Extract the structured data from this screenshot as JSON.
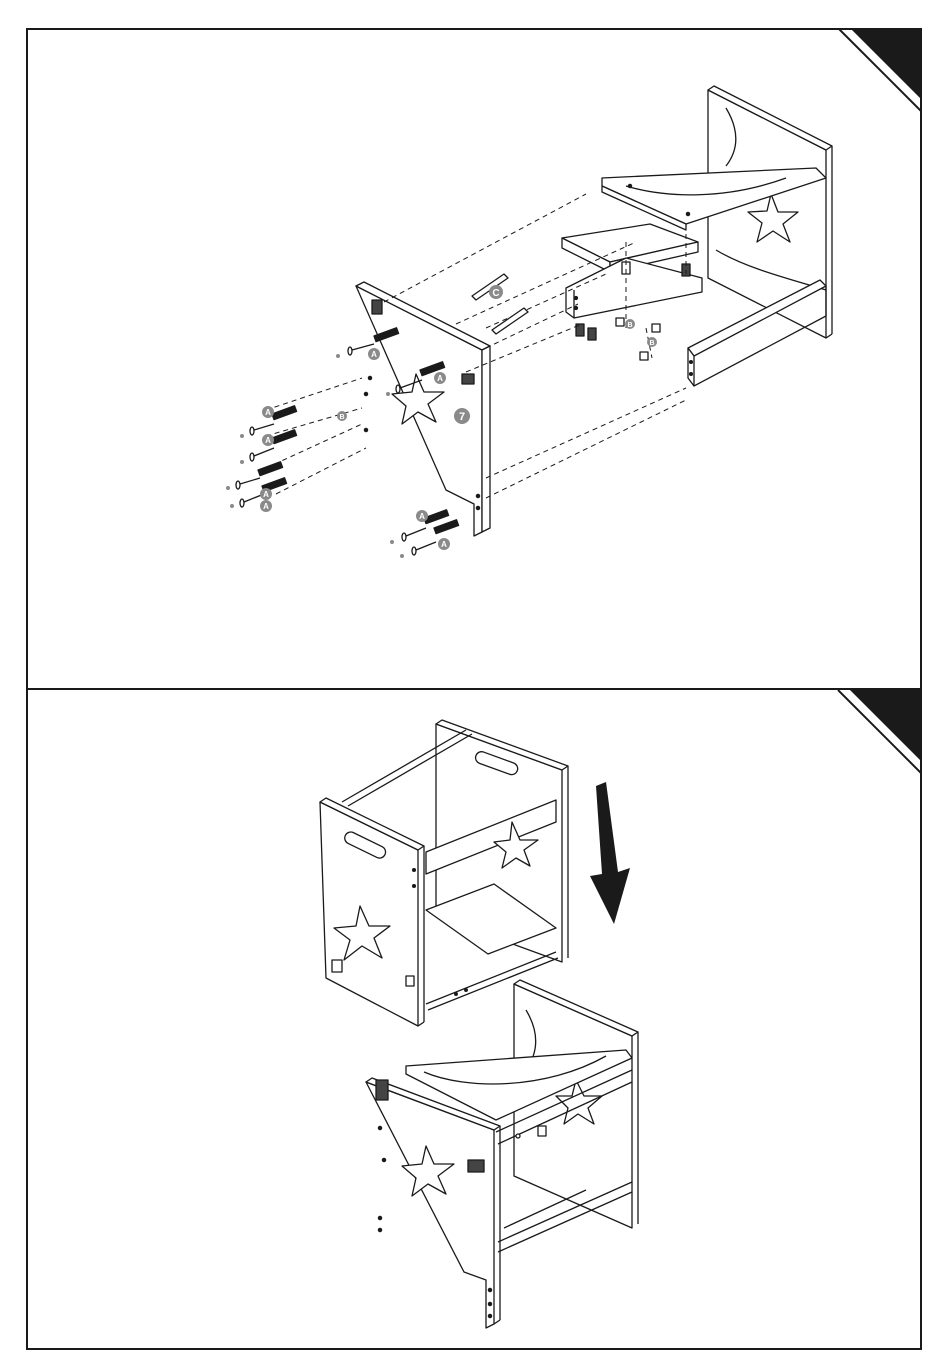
{
  "steps": [
    {
      "callouts": {
        "part": "7",
        "screw_a": "A",
        "dowel_c": "C",
        "nut_b": "B"
      }
    },
    {
      "callouts": {}
    }
  ],
  "colors": {
    "line": "#1a1a1a",
    "callout_fill": "#8a8a8a",
    "corner_tab": "#1a1a1a"
  },
  "icons": [
    "corner-tab-icon",
    "down-arrow-icon",
    "star-cutout-icon",
    "screw-icon",
    "dowel-icon",
    "cam-nut-icon"
  ]
}
